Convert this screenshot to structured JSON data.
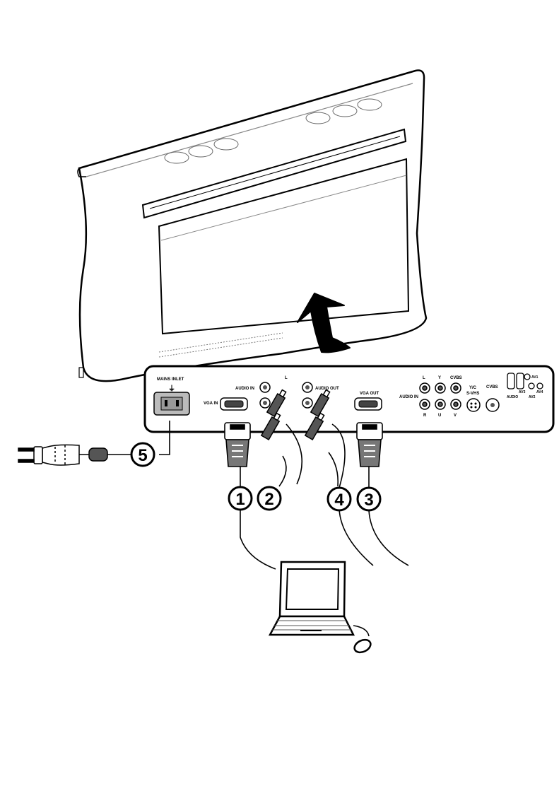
{
  "panel": {
    "mains_inlet": "MAINS INLET",
    "vga_in": "VGA IN",
    "audio_in_left": "AUDIO IN",
    "l_top": "L",
    "audio_out": "AUDIO OUT",
    "vga_out": "VGA OUT",
    "audio_in_right": "AUDIO IN",
    "l_right": "L",
    "r_right": "R",
    "y": "Y",
    "u": "U",
    "cvbs_top": "CVBS",
    "v": "V",
    "yc": "Y/C",
    "svhs": "S-VHS",
    "cvbs_right": "CVBS",
    "av1": "AV1",
    "av3": "AV3",
    "av4": "AV4",
    "audio_small": "AUDIO",
    "av2": "AV2"
  },
  "callouts": {
    "c1": "1",
    "c2": "2",
    "c3": "3",
    "c4": "4",
    "c5": "5"
  }
}
